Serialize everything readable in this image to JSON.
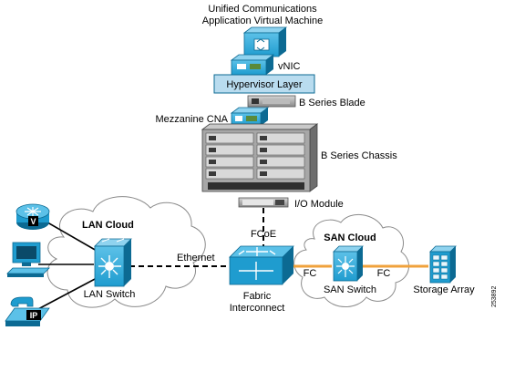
{
  "labels": {
    "uc_line1": "Unified Communications",
    "uc_line2": "Application Virtual Machine",
    "vnic": "vNIC",
    "hypervisor": "Hypervisor Layer",
    "blade": "B Series Blade",
    "mezzanine": "Mezzanine CNA",
    "chassis": "B Series Chassis",
    "io_module": "I/O Module",
    "fcoe": "FCoE",
    "lan_cloud": "LAN Cloud",
    "lan_switch": "LAN Switch",
    "ethernet": "Ethernet",
    "fabric_line1": "Fabric",
    "fabric_line2": "Interconnect",
    "san_cloud": "SAN Cloud",
    "san_switch": "SAN Switch",
    "fc_left": "FC",
    "fc_right": "FC",
    "storage": "Storage Array",
    "router_badge": "V",
    "phone_badge": "IP",
    "figure_id": "253892"
  },
  "colors": {
    "device_blue": "#1f9ccf",
    "device_dark": "#0c6a93",
    "hypervisor_fill": "#b9dcef",
    "fc_link": "#f0a23c",
    "cloud_stroke": "#777777",
    "card_green": "#5a8a3a",
    "chassis_gray": "#8d8d8d"
  },
  "icons": [
    "vm-icon",
    "vnic-card-icon",
    "blade-icon",
    "cna-card-icon",
    "chassis-icon",
    "io-module-icon",
    "router-icon",
    "workstation-icon",
    "ip-phone-icon",
    "lan-switch-icon",
    "fabric-interconnect-icon",
    "san-switch-icon",
    "storage-array-icon"
  ]
}
